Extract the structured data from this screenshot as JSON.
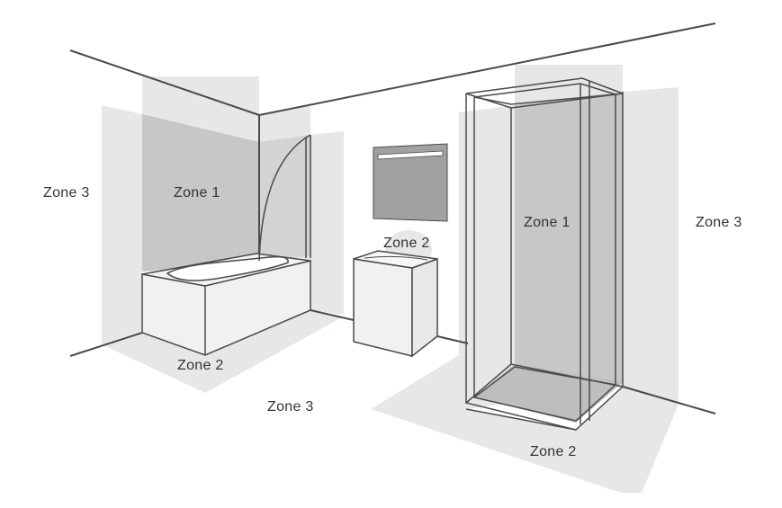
{
  "labels": {
    "zone3_left": "Zone 3",
    "zone1_bath": "Zone 1",
    "zone2_basin": "Zone 2",
    "zone1_shower": "Zone 1",
    "zone3_right": "Zone 3",
    "zone2_bath": "Zone 2",
    "zone3_floor": "Zone 3",
    "zone2_shower": "Zone 2"
  },
  "colors": {
    "zone3_fill": "#e6e7e8",
    "zone1_fill": "#c6c7c9",
    "line": "#4a4a4a",
    "mirror": "#9fa1a3"
  }
}
